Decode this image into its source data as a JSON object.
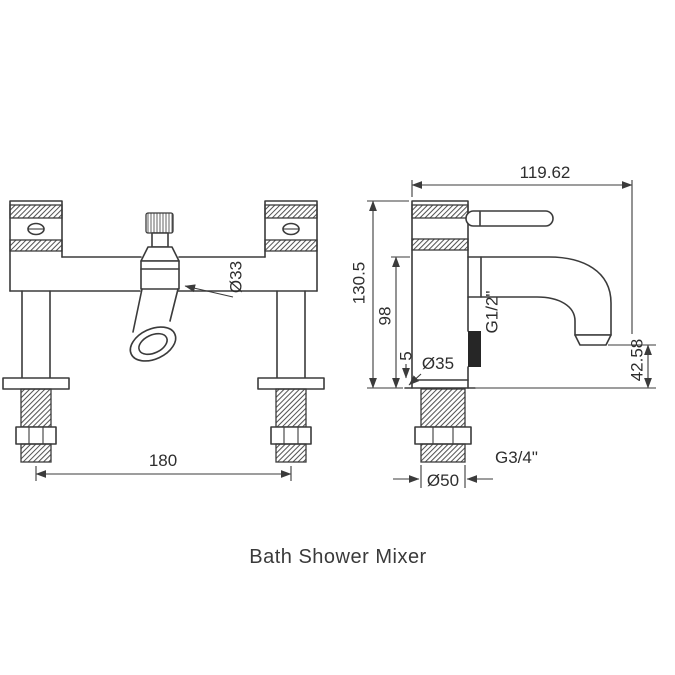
{
  "title": "Bath Shower Mixer",
  "colors": {
    "line": "#3b3b3b",
    "background": "#ffffff",
    "text": "#2e2e2e"
  },
  "front_view": {
    "dim_centers": "180",
    "dim_diverter_diameter": "Ø33"
  },
  "side_view": {
    "dim_spout_reach": "119.62",
    "dim_total_height": "130.5",
    "dim_spout_height": "98",
    "dim_base_offset": "5",
    "dim_body_diameter": "Ø35",
    "dim_shower_outlet_thread": "G1/2\"",
    "dim_spout_drop": "42.58",
    "dim_inlet_thread": "G3/4\"",
    "dim_base_diameter": "Ø50"
  }
}
